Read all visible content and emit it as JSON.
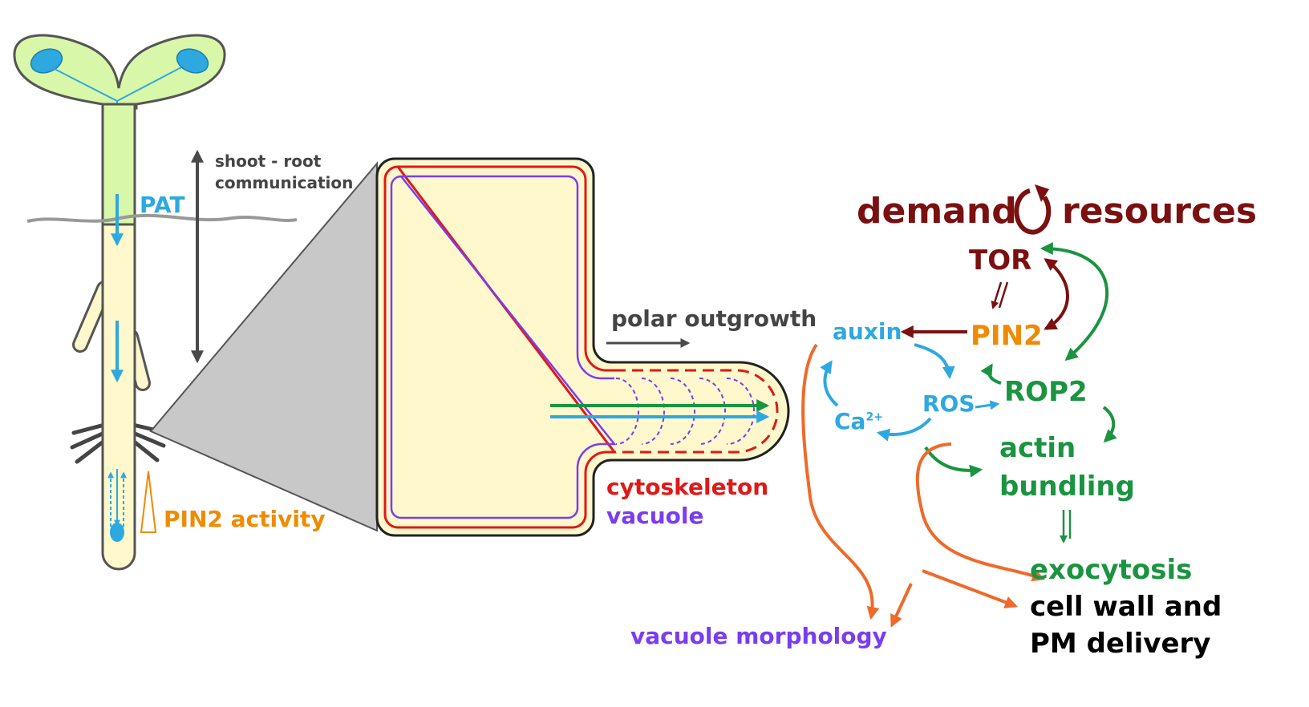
{
  "colors": {
    "dark_red": "#7a1010",
    "orange": "#f08a00",
    "green": "#1a9440",
    "blue": "#2ea8e0",
    "purple": "#7a3cf0",
    "red": "#e01818",
    "arrow_orange": "#ee6a2a",
    "gray": "#4a4a4a",
    "cell_fill": "#fff8cc",
    "shoot_fill": "#d8f7a8"
  },
  "labels": {
    "shoot_root_line1": "shoot - root",
    "shoot_root_line2": "communication",
    "pat": "PAT",
    "pin2_activity": "PIN2 activity",
    "polar_outgrowth": "polar outgrowth",
    "cytoskeleton": "cytoskeleton",
    "vacuole": "vacuole",
    "demand": "demand",
    "resources": "resources",
    "tor": "TOR",
    "pin2": "PIN2",
    "auxin": "auxin",
    "ros": "ROS",
    "rop2": "ROP2",
    "ca": "Ca",
    "ca_sup": "2+",
    "actin_line1": "actin",
    "actin_line2": "bundling",
    "exocytosis": "exocytosis",
    "cellwall_line1": "cell wall and",
    "cellwall_line2": "PM delivery",
    "vacuole_morphology": "vacuole morphology"
  }
}
